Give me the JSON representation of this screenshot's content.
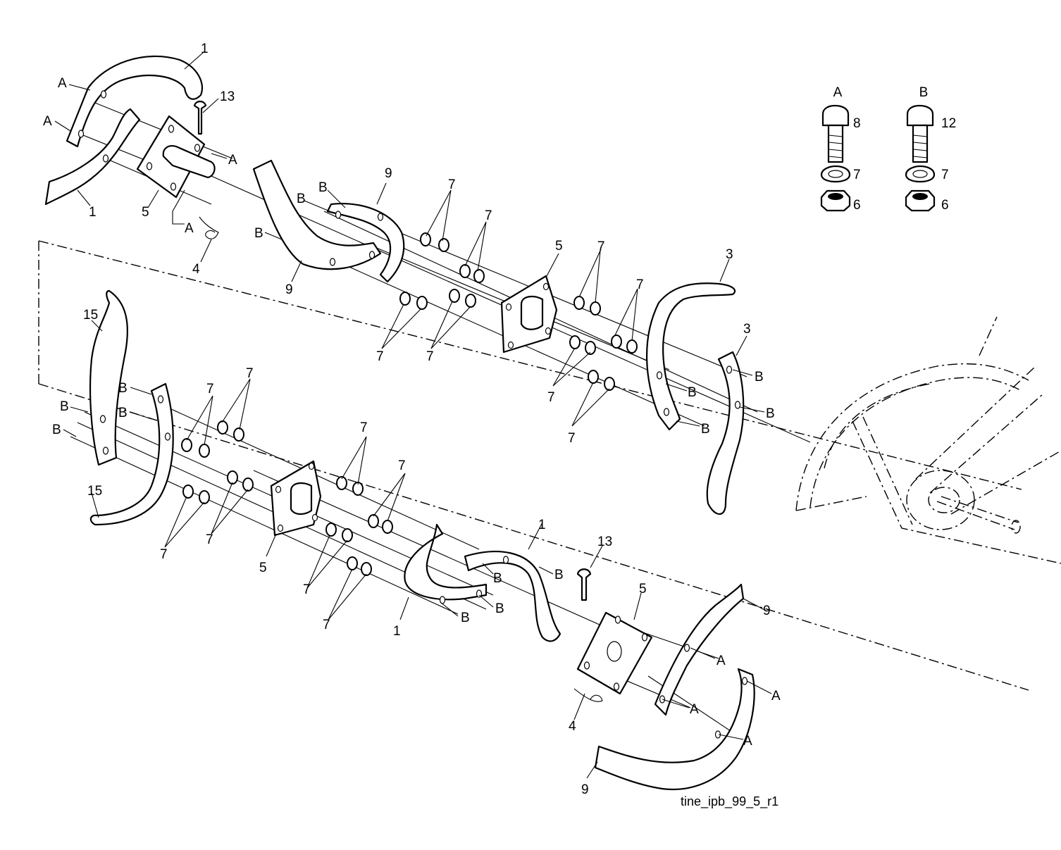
{
  "caption": "tine_ipb_99_5_r1",
  "legend": {
    "kit_a": {
      "title": "A",
      "bolt": "8",
      "lock_washer": "7",
      "nut": "6"
    },
    "kit_b": {
      "title": "B",
      "bolt": "12",
      "lock_washer": "7",
      "nut": "6"
    }
  },
  "labels": [
    {
      "id": "l1",
      "text": "1"
    },
    {
      "id": "l2",
      "text": "1"
    },
    {
      "id": "l3",
      "text": "13"
    },
    {
      "id": "l4",
      "text": "A"
    },
    {
      "id": "l5",
      "text": "A"
    },
    {
      "id": "l6",
      "text": "A"
    },
    {
      "id": "l7",
      "text": "A"
    },
    {
      "id": "l8",
      "text": "5"
    },
    {
      "id": "l9",
      "text": "4"
    },
    {
      "id": "l10",
      "text": "9"
    },
    {
      "id": "l11",
      "text": "B"
    },
    {
      "id": "l12",
      "text": "B"
    },
    {
      "id": "l13",
      "text": "B"
    },
    {
      "id": "l14",
      "text": "9"
    },
    {
      "id": "l15",
      "text": "7"
    },
    {
      "id": "l16",
      "text": "7"
    },
    {
      "id": "l17",
      "text": "7"
    },
    {
      "id": "l18",
      "text": "7"
    },
    {
      "id": "l19",
      "text": "5"
    },
    {
      "id": "l20",
      "text": "7"
    },
    {
      "id": "l21",
      "text": "7"
    },
    {
      "id": "l22",
      "text": "3"
    },
    {
      "id": "l23",
      "text": "3"
    },
    {
      "id": "l24",
      "text": "B"
    },
    {
      "id": "l25",
      "text": "B"
    },
    {
      "id": "l26",
      "text": "B"
    },
    {
      "id": "l27",
      "text": "B"
    },
    {
      "id": "l28",
      "text": "7"
    },
    {
      "id": "l29",
      "text": "7"
    },
    {
      "id": "l30",
      "text": "15"
    },
    {
      "id": "l31",
      "text": "B"
    },
    {
      "id": "l32",
      "text": "B"
    },
    {
      "id": "l33",
      "text": "B"
    },
    {
      "id": "l34",
      "text": "B"
    },
    {
      "id": "l35",
      "text": "7"
    },
    {
      "id": "l36",
      "text": "7"
    },
    {
      "id": "l37",
      "text": "15"
    },
    {
      "id": "l38",
      "text": "7"
    },
    {
      "id": "l39",
      "text": "7"
    },
    {
      "id": "l40",
      "text": "5"
    },
    {
      "id": "l41",
      "text": "7"
    },
    {
      "id": "l42",
      "text": "7"
    },
    {
      "id": "l43",
      "text": "7"
    },
    {
      "id": "l44",
      "text": "7"
    },
    {
      "id": "l45",
      "text": "1"
    },
    {
      "id": "l46",
      "text": "1"
    },
    {
      "id": "l47",
      "text": "B"
    },
    {
      "id": "l48",
      "text": "B"
    },
    {
      "id": "l49",
      "text": "B"
    },
    {
      "id": "l50",
      "text": "B"
    },
    {
      "id": "l51",
      "text": "13"
    },
    {
      "id": "l52",
      "text": "5"
    },
    {
      "id": "l53",
      "text": "9"
    },
    {
      "id": "l54",
      "text": "A"
    },
    {
      "id": "l55",
      "text": "A"
    },
    {
      "id": "l56",
      "text": "A"
    },
    {
      "id": "l57",
      "text": "A"
    },
    {
      "id": "l58",
      "text": "4"
    },
    {
      "id": "l59",
      "text": "9"
    }
  ]
}
